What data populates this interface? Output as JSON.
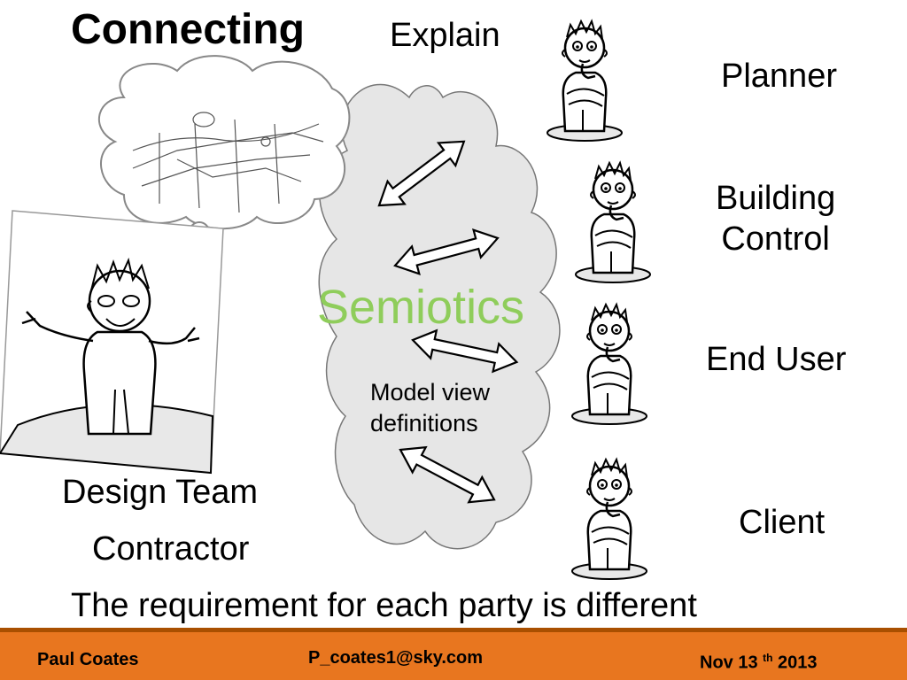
{
  "slide": {
    "title": "Connecting",
    "explain": "Explain",
    "center_label": "Semiotics",
    "center_sublabel": "Model view definitions",
    "left_labels": {
      "design_team": "Design Team",
      "contractor": "Contractor"
    },
    "parties": [
      {
        "lines": [
          "Planner"
        ]
      },
      {
        "lines": [
          "Building",
          "Control"
        ]
      },
      {
        "lines": [
          "End User"
        ]
      },
      {
        "lines": [
          "Client"
        ]
      }
    ],
    "bottom_statement": "The requirement for each party is different"
  },
  "footer": {
    "author": "Paul Coates",
    "email": "P_coates1@sky.com",
    "date_prefix": "Nov 13",
    "date_sup": "th",
    "date_year": "2013"
  },
  "colors": {
    "accent_green": "#8fcd5b",
    "footer_orange": "#e8761f",
    "footer_line": "#a94f00",
    "cloud_fill": "#e6e6e6"
  },
  "icons": [
    "thinking-person-icon",
    "designer-person-icon",
    "sketch-thought-bubble-icon",
    "double-arrow-icon"
  ]
}
